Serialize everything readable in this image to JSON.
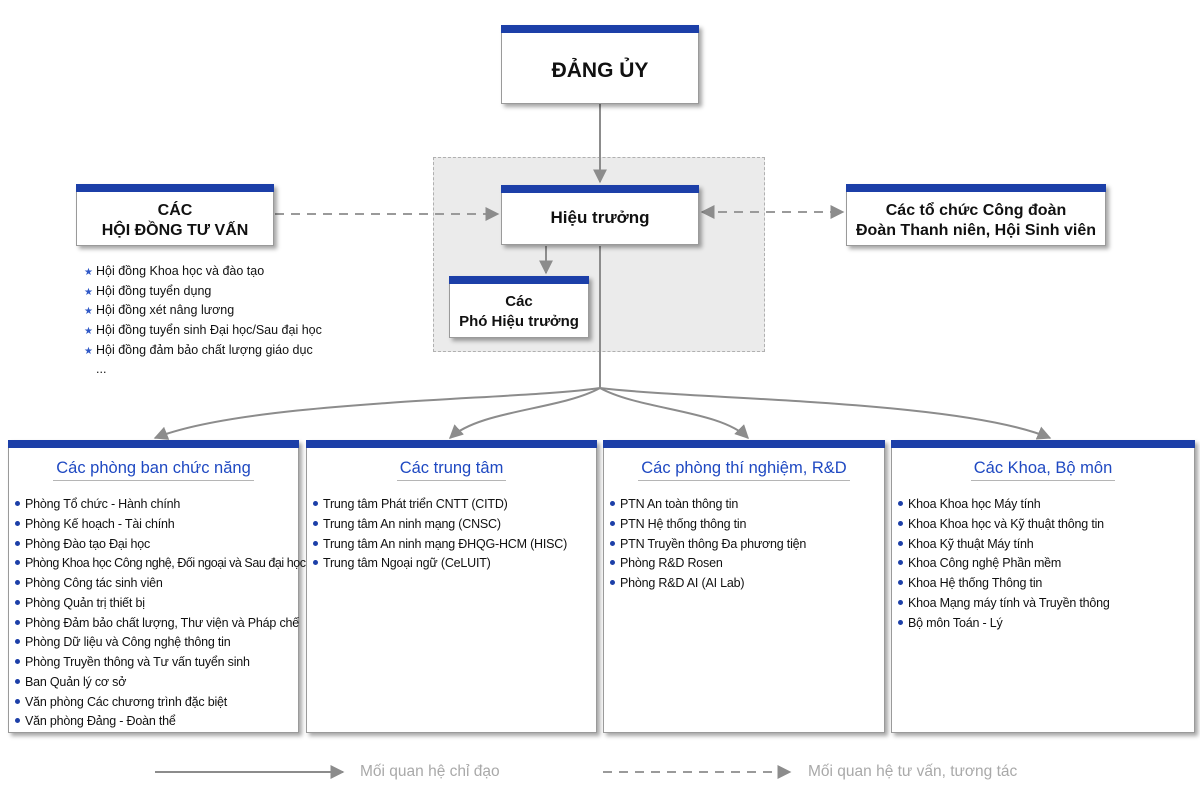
{
  "top_box": {
    "title": "ĐẢNG ỦY"
  },
  "principal": {
    "title": "Hiệu trưởng"
  },
  "vice_principals": {
    "line1": "Các",
    "line2": "Phó Hiệu trưởng"
  },
  "councils": {
    "line1": "CÁC",
    "line2": "HỘI ĐỒNG TƯ VẤN",
    "items": [
      "Hội đồng Khoa học và đào tạo",
      "Hội đồng tuyển dụng",
      "Hội đồng xét nâng lương",
      "Hội đồng tuyển sinh Đại học/Sau đại học",
      "Hội đồng đảm bảo chất lượng giáo dục"
    ],
    "ellipsis": "..."
  },
  "unions": {
    "line1": "Các tổ chức Công đoàn",
    "line2": "Đoàn Thanh niên, Hội Sinh viên"
  },
  "groups": [
    {
      "title": "Các phòng ban chức năng",
      "items": [
        "Phòng Tổ chức - Hành chính",
        "Phòng Kế hoạch - Tài chính",
        "Phòng Đào tạo Đại học",
        "Phòng Khoa học Công nghệ, Đối ngoại và Sau đại học",
        "Phòng Công tác sinh viên",
        "Phòng Quản trị thiết bị",
        "Phòng Đảm bảo chất lượng, Thư viện và Pháp chế",
        "Phòng Dữ liệu và Công nghệ thông tin",
        "Phòng Truyền thông và Tư vấn tuyển sinh",
        "Ban Quản lý cơ sở",
        "Văn phòng Các chương trình đặc biệt",
        "Văn phòng Đảng - Đoàn thể"
      ]
    },
    {
      "title": "Các trung tâm",
      "items": [
        "Trung tâm Phát triển CNTT (CITD)",
        "Trung tâm An ninh mạng (CNSC)",
        "Trung tâm An ninh mạng ĐHQG-HCM (HISC)",
        "Trung tâm Ngoại ngữ (CeLUIT)"
      ]
    },
    {
      "title": "Các phòng thí nghiệm, R&D",
      "items": [
        "PTN An toàn thông tin",
        "PTN Hệ thống thông tin",
        "PTN Truyền thông Đa phương tiện",
        "Phòng R&D Rosen",
        "Phòng R&D AI (AI Lab)"
      ]
    },
    {
      "title": "Các Khoa, Bộ môn",
      "items": [
        "Khoa Khoa học Máy tính",
        "Khoa Khoa học và Kỹ thuật thông tin",
        "Khoa Kỹ thuật Máy tính",
        "Khoa Công nghệ Phần mềm",
        "Khoa Hệ thống Thông tin",
        "Khoa Mạng máy tính và Truyền thông",
        "Bộ môn Toán - Lý"
      ]
    }
  ],
  "legend": {
    "solid_label": "Mối quan hệ chỉ đạo",
    "dashed_label": "Mối quan hệ tư vấn, tương tác"
  },
  "colors": {
    "accent": "#1c3fa8",
    "title_blue": "#1f49c2",
    "connector": "#8c8c8c",
    "legend_text": "#a9a9a9"
  }
}
